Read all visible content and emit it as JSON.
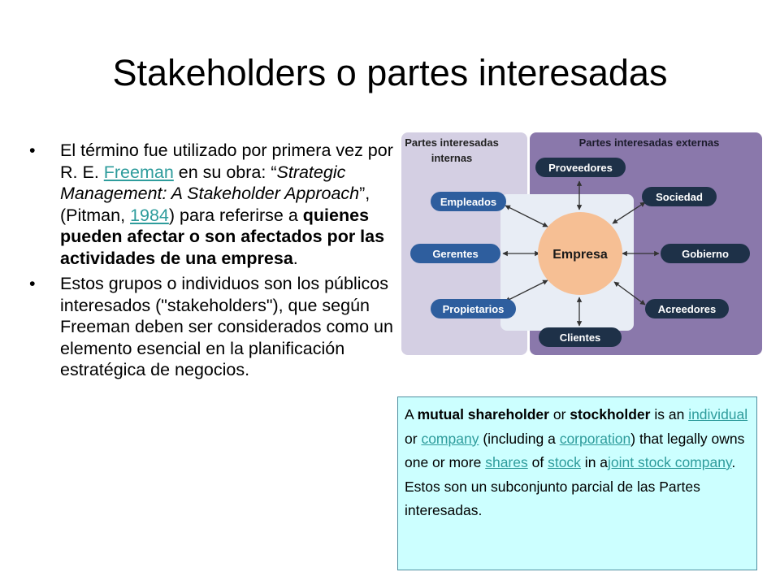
{
  "slide": {
    "title": "Stakeholders o partes interesadas",
    "bullet1": {
      "p1": "El término fue utilizado por primera vez por R. E. ",
      "link1": "Freeman",
      "p2": " en su obra: “",
      "italic": "Strategic Management: A Stakeholder Approach",
      "p3": "”, (Pitman, ",
      "link2": "1984",
      "p4": ") para referirse a ",
      "bold": "quienes pueden afectar o son afectados por las actividades de una empresa",
      "p5": "."
    },
    "bullet2": "Estos grupos o individuos son los públicos interesados (\"stakeholders\"), que según Freeman deben ser considerados como un elemento esencial en la planificación estratégica de negocios."
  },
  "diagram": {
    "internal_header": [
      "Partes interesadas",
      "internas"
    ],
    "external_header": "Partes interesadas externas",
    "center": "Empresa",
    "nodes": {
      "proveedores": "Proveedores",
      "empleados": "Empleados",
      "sociedad": "Sociedad",
      "gerentes": "Gerentes",
      "gobierno": "Gobierno",
      "propietarios": "Propietarios",
      "acreedores": "Acreedores",
      "clientes": "Clientes"
    },
    "colors": {
      "internal_bg": "#d4cfe3",
      "external_bg": "#8a78ab",
      "inner_bg": "#e8edf5",
      "internal_pill": "#2e5e9e",
      "external_pill": "#1e3148",
      "center_fill": "#f6bf94"
    }
  },
  "infobox": {
    "t1": "A ",
    "b1": "mutual shareholder",
    "t2": " or ",
    "b2": "stockholder",
    "t3": " is an ",
    "l1": "individual",
    "t4": " or ",
    "l2": "company",
    "t5": " (including a ",
    "l3": "corporation",
    "t6": ") that legally owns one or more ",
    "l4": "shares",
    "t7": " of ",
    "l5": "stock",
    "t8": " in a",
    "l6": "joint stock company",
    "t9": ". Estos son un subconjunto parcial de las Partes interesadas."
  }
}
